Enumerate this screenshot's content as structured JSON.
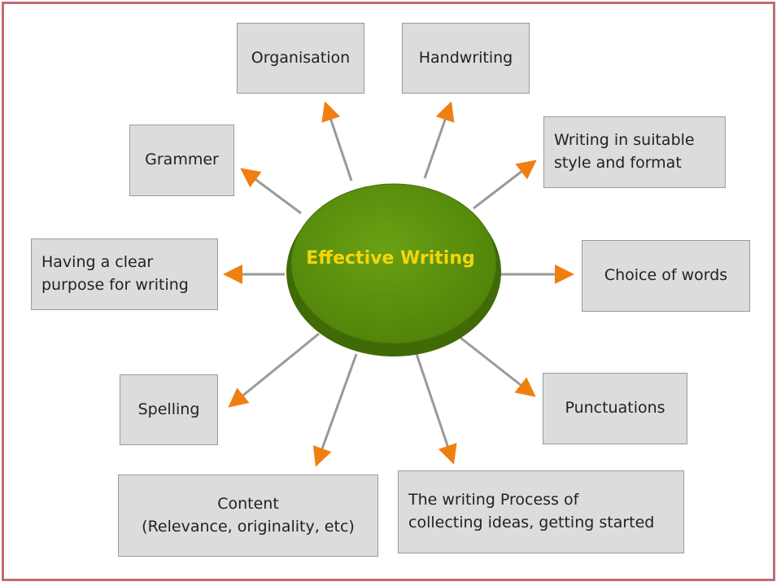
{
  "center": {
    "label": "Effective Writing",
    "color": "#5c8f0c"
  },
  "nodes": {
    "organisation": "Organisation",
    "handwriting": "Handwriting",
    "grammer": "Grammer",
    "style": "Writing in suitable\nstyle and format",
    "purpose": "Having a clear\npurpose for writing",
    "choice": "Choice of words",
    "spelling": "Spelling",
    "punctuations": "Punctuations",
    "content": "Content\n(Relevance, originality, etc)",
    "process": "The writing Process of\ncollecting ideas, getting started"
  },
  "colors": {
    "arrow_head": "#f07f12",
    "arrow_line": "#9a9a9a",
    "border": "#c06b74"
  }
}
